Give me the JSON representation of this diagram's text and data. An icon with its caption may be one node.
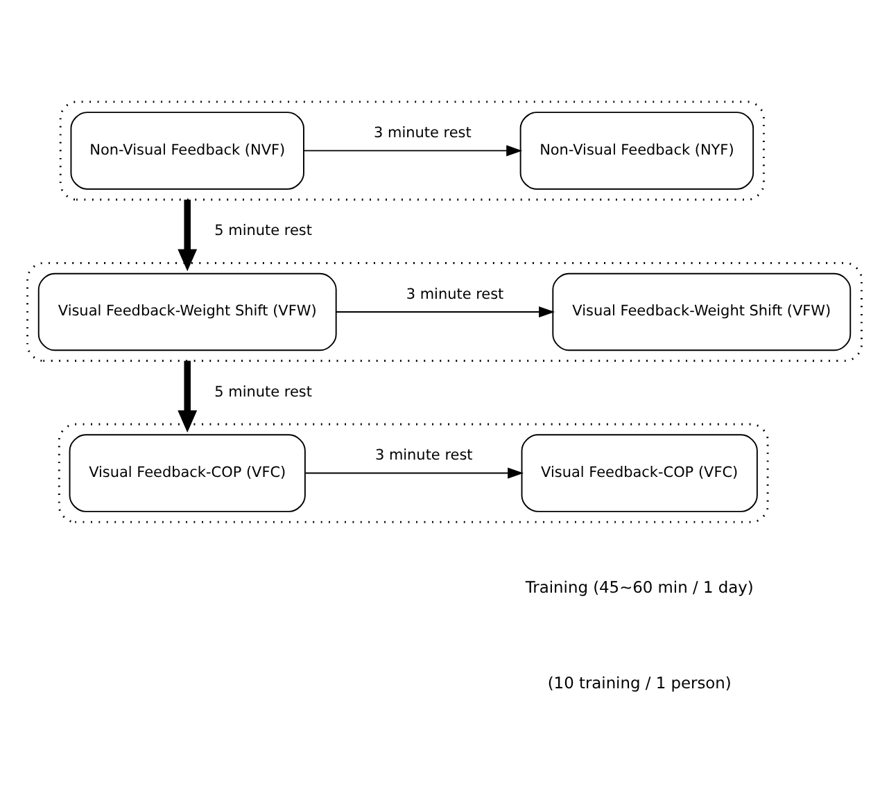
{
  "diagram": {
    "nodes": [
      {
        "text": [],
        "shape": "box"
      },
      {
        "text": [
          "Non-Visual Feedback (NVF)"
        ],
        "in": 0
      },
      {
        "text": [
          "Non-Visual Feedback (NYF)"
        ],
        "in": 0
      },
      {
        "text": [],
        "shape": "box"
      },
      {
        "text": [
          "Visual Feedback-Weight Shift (VFW)"
        ],
        "in": 3
      },
      {
        "text": [
          "Visual Feedback-Weight Shift (VFW)"
        ],
        "in": 3
      },
      {
        "text": [],
        "shape": "box"
      },
      {
        "text": [
          "Visual Feedback-COP (VFC)"
        ],
        "in": 6
      },
      {
        "text": [
          "Visual Feedback-COP (VFC)"
        ],
        "in": 6
      }
    ],
    "edges": [
      {
        "from": 1,
        "to": 2,
        "arrow": "to",
        "label": "3 minute rest"
      },
      {
        "from": 0,
        "to": 3,
        "arrow": "to",
        "label": "5 minute rest",
        "style": "thick"
      },
      {
        "from": 4,
        "to": 5,
        "arrow": "to",
        "label": "3 minute rest"
      },
      {
        "from": 3,
        "to": 6,
        "arrow": "to",
        "label": "5 minute rest",
        "style": "thick"
      },
      {
        "from": 7,
        "to": 8,
        "arrow": "to",
        "label": "3 minute rest"
      }
    ],
    "labels": [
      "Training (45~60 min / 1 day)",
      "(10 training / 1 person)"
    ]
  }
}
